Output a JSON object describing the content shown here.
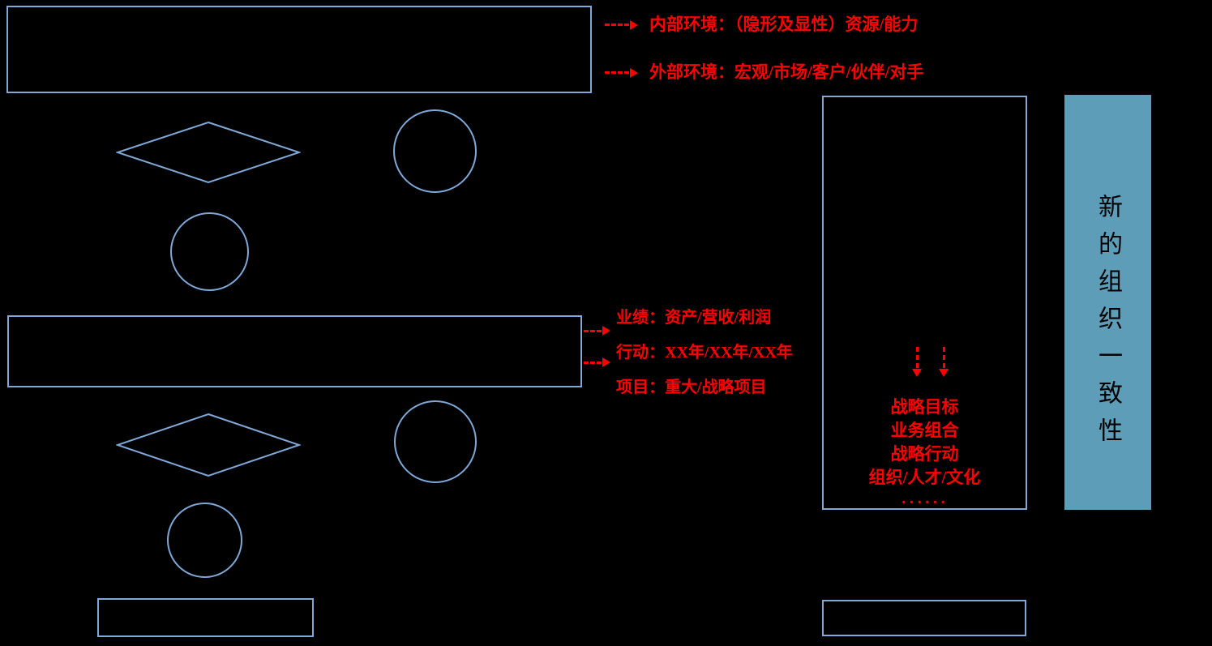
{
  "colors": {
    "background": "#000000",
    "shape_outline": "#7FA8D8",
    "accent_red": "#FF0000",
    "banner_fill": "#5E9DB8",
    "banner_text": "#000000"
  },
  "callouts": {
    "internal": "内部环境：（隐形及显性）资源/能力",
    "external": "外部环境：宏观/市场/客户/伙伴/对手",
    "performance": "业绩：资产/营收/利润",
    "action": "行动：XX年/XX年/XX年",
    "project": "项目：重大/战略项目"
  },
  "alignment_panel": {
    "items": [
      "战略目标",
      "业务组合",
      "战略行动",
      "组织/人才/文化"
    ],
    "ellipsis": "······"
  },
  "banner": {
    "text": "新的组织一致性"
  }
}
